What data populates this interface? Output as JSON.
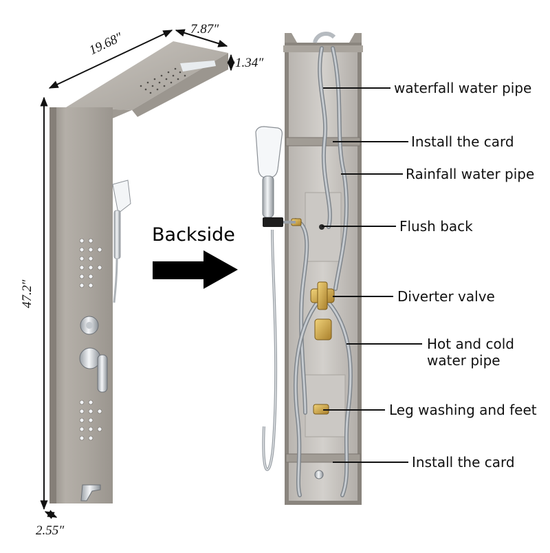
{
  "dimensions": {
    "width": "19.68″",
    "depth": "7.87″",
    "head_thickness": "1.34″",
    "height": "47.2″",
    "panel_depth": "2.55″"
  },
  "arrow_label": "Backside",
  "callouts": [
    {
      "text": "waterfall water pipe"
    },
    {
      "text": "Install the card"
    },
    {
      "text": "Rainfall water pipe"
    },
    {
      "text": "Flush back"
    },
    {
      "text": "Diverter valve"
    },
    {
      "text": "Hot and cold water pipe"
    },
    {
      "text": "Leg washing and feet"
    },
    {
      "text": "Install the card"
    }
  ],
  "colors": {
    "panel": "#a9a39b",
    "panel_dark": "#8e8880",
    "chrome": "#d9dde1",
    "brass": "#c8a24a",
    "text": "#111111"
  }
}
